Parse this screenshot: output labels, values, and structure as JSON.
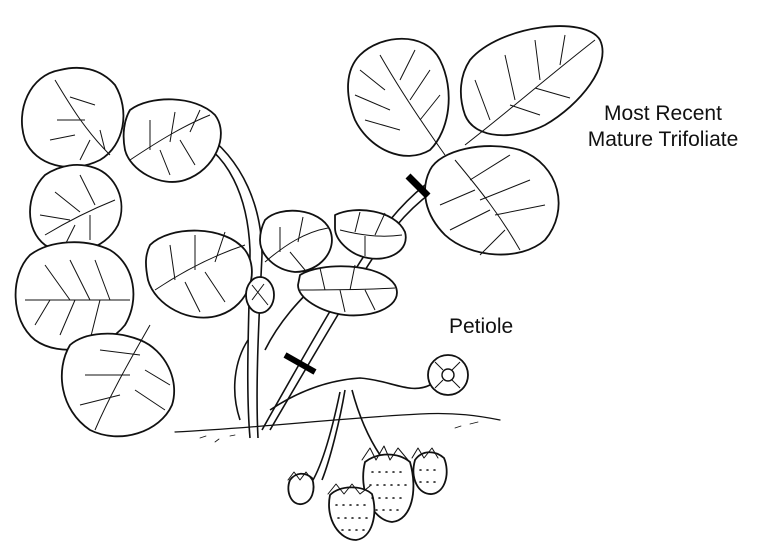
{
  "labels": {
    "mature_line1": "Most Recent",
    "mature_line2": "Mature Trifoliate",
    "petiole": "Petiole"
  }
}
